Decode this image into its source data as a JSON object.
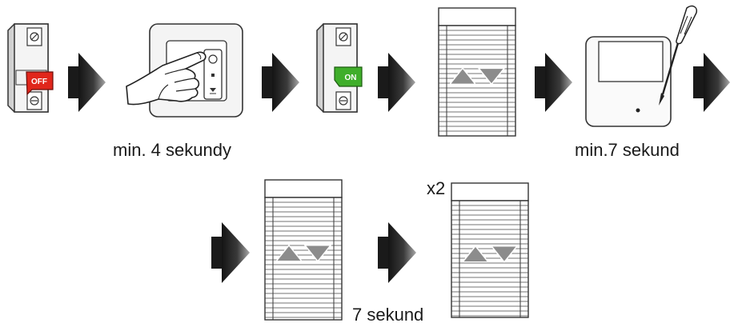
{
  "captions": {
    "step_press_button": "min. 4 sekundy",
    "step_screwdriver": "min.7 sekund",
    "step_final": "7 sekund",
    "repeat_marker": "x2"
  },
  "switch_labels": {
    "off": "OFF",
    "on": "ON"
  },
  "colors": {
    "switch_off": "#e0261b",
    "switch_on": "#3fae2a",
    "arrow_dark": "#1f1f1f",
    "arrow_light": "#9a9a9a",
    "blind_triangle": "#8c8c8c",
    "outline": "#333333"
  },
  "icons": [
    "breaker-off-icon",
    "hand-pressing-switch-icon",
    "breaker-on-icon",
    "roller-blind-icon",
    "receiver-with-screwdriver-icon",
    "step-arrow-icon"
  ]
}
